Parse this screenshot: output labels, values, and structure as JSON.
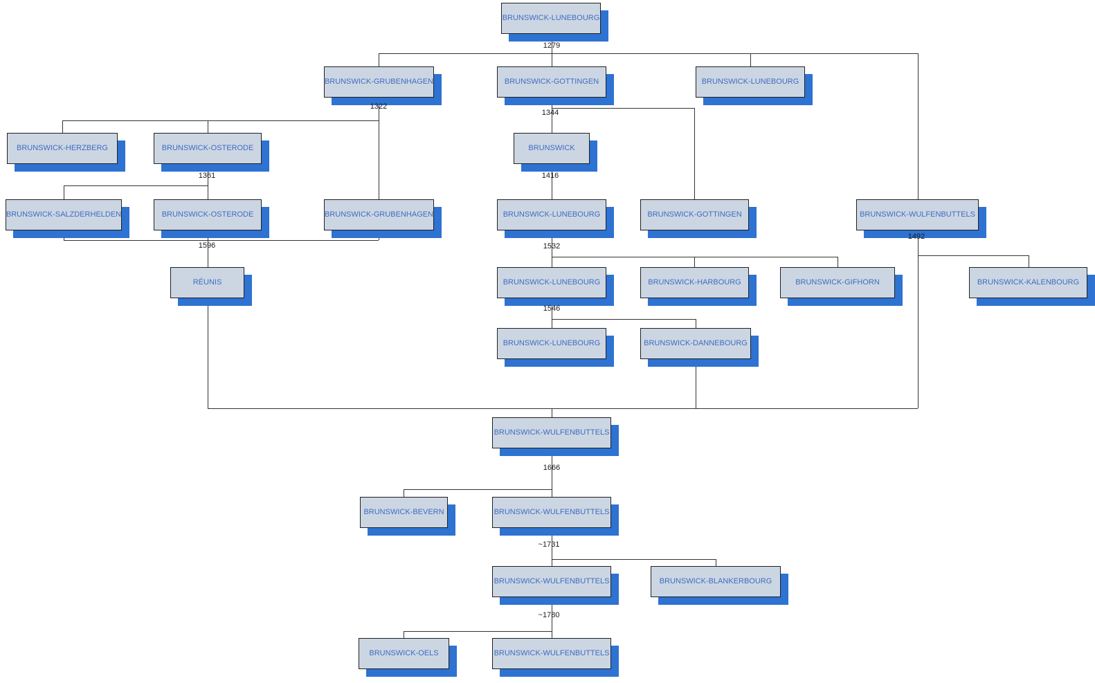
{
  "diagram": {
    "kind": "genealogy-tree",
    "colors": {
      "background": "#ffffff",
      "node_fill": "#ccd6e3",
      "node_border": "#1f1f1f",
      "node_text": "#3f6cc0",
      "node_shadow": "#2e72d2",
      "line": "#333333",
      "year_text": "#1a1a1a"
    },
    "nodes": [
      {
        "id": "lunebourg-root",
        "label": "BRUNSWICK-LUNEBOURG"
      },
      {
        "id": "grubenhagen-a",
        "label": "BRUNSWICK-GRUBENHAGEN"
      },
      {
        "id": "gottingen-a",
        "label": "BRUNSWICK-GOTTINGEN"
      },
      {
        "id": "lunebourg-a",
        "label": "BRUNSWICK-LUNEBOURG"
      },
      {
        "id": "herzberg",
        "label": "BRUNSWICK-HERZBERG"
      },
      {
        "id": "osterode-a",
        "label": "BRUNSWICK-OSTERODE"
      },
      {
        "id": "brunswick",
        "label": "BRUNSWICK"
      },
      {
        "id": "salzderhelden",
        "label": "BRUNSWICK-SALZDERHELDEN"
      },
      {
        "id": "osterode-b",
        "label": "BRUNSWICK-OSTERODE"
      },
      {
        "id": "grubenhagen-b",
        "label": "BRUNSWICK-GRUBENHAGEN"
      },
      {
        "id": "lunebourg-b",
        "label": "BRUNSWICK-LUNEBOURG"
      },
      {
        "id": "gottingen-b",
        "label": "BRUNSWICK-GOTTINGEN"
      },
      {
        "id": "wulfenbuttels-a",
        "label": "BRUNSWICK-WULFENBUTTELS"
      },
      {
        "id": "reunis",
        "label": "RÉUNIS"
      },
      {
        "id": "lunebourg-c",
        "label": "BRUNSWICK-LUNEBOURG"
      },
      {
        "id": "harbourg",
        "label": "BRUNSWICK-HARBOURG"
      },
      {
        "id": "gifhorn",
        "label": "BRUNSWICK-GIFHORN"
      },
      {
        "id": "kalenbourg",
        "label": "BRUNSWICK-KALENBOURG"
      },
      {
        "id": "lunebourg-d",
        "label": "BRUNSWICK-LUNEBOURG"
      },
      {
        "id": "dannebourg",
        "label": "BRUNSWICK-DANNEBOURG"
      },
      {
        "id": "wulfenbuttels-b",
        "label": "BRUNSWICK-WULFENBUTTELS"
      },
      {
        "id": "bevern",
        "label": "BRUNSWICK-BEVERN"
      },
      {
        "id": "wulfenbuttels-c",
        "label": "BRUNSWICK-WULFENBUTTELS"
      },
      {
        "id": "wulfenbuttels-d",
        "label": "BRUNSWICK-WULFENBUTTELS"
      },
      {
        "id": "blankerbourg",
        "label": "BRUNSWICK-BLANKERBOURG"
      },
      {
        "id": "oels",
        "label": "BRUNSWICK-OELS"
      },
      {
        "id": "wulfenbuttels-e",
        "label": "BRUNSWICK-WULFENBUTTELS"
      }
    ],
    "junction_years": [
      {
        "id": "y1279",
        "text": "1279"
      },
      {
        "id": "y1322",
        "text": "1322"
      },
      {
        "id": "y1344",
        "text": "1344"
      },
      {
        "id": "y1361",
        "text": "1361"
      },
      {
        "id": "y1416",
        "text": "1416"
      },
      {
        "id": "y1492",
        "text": "1492"
      },
      {
        "id": "y1532",
        "text": "1532"
      },
      {
        "id": "y1546",
        "text": "1546"
      },
      {
        "id": "y1596",
        "text": "1596"
      },
      {
        "id": "y1666",
        "text": "1666"
      },
      {
        "id": "y1731",
        "text": "~1731"
      },
      {
        "id": "y1780",
        "text": "~1780"
      }
    ]
  }
}
